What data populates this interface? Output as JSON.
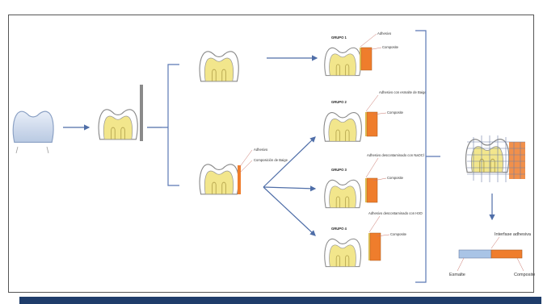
{
  "groups": [
    "GRUPO 1",
    "GRUPO 2",
    "GRUPO 3",
    "GRUPO 4"
  ],
  "labels": {
    "adhesivo": "Adhesivo",
    "composite": "Composite",
    "composicion": "Composición de Baige",
    "g2_adhesivo": "Adhesivo con esmalte de Baige",
    "g3_adhesivo": "Adhesivo descontaminado con NaOCl",
    "g4_adhesivo": "Adhesivo descontaminado con H3O",
    "interfase": "Interfase adhesiva",
    "esmalte": "Esmalte"
  },
  "colors": {
    "dentin": "#f2e68c",
    "enamel": "#ffffff",
    "composite": "#ef7d2c",
    "arrow": "#4f6ea8",
    "bracket": "#5a78b4",
    "bar_blue": "#a9c4e6",
    "bottom_bar": "#1f3d6b"
  }
}
